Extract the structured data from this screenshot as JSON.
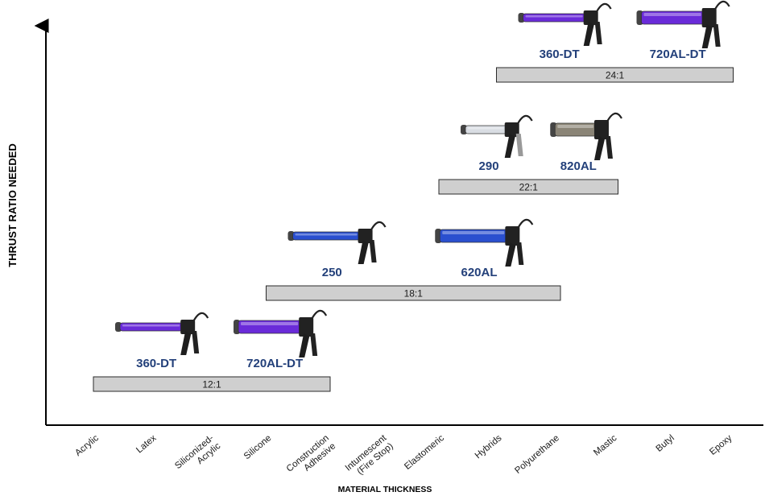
{
  "chart_data": {
    "type": "bar",
    "xlabel": "MATERIAL THICKNESS",
    "ylabel": "THRUST RATIO NEEDED",
    "categories": [
      "Acrylic",
      "Latex",
      "Siliconized-\nAcrylic",
      "Silicone",
      "Construction\nAdhesive",
      "Intumescent\n(Fire Stop)",
      "Elastomeric",
      "Hybrids",
      "Polyurethane",
      "Mastic",
      "Butyl",
      "Epoxy"
    ],
    "bars": [
      {
        "label": "12:1",
        "start": "Acrylic",
        "end": "Construction\nAdhesive",
        "models": [
          "360-DT",
          "720AL-DT"
        ]
      },
      {
        "label": "18:1",
        "start": "Silicone",
        "end": "Polyurethane",
        "models": [
          "250",
          "620AL"
        ]
      },
      {
        "label": "22:1",
        "start": "Elastomeric",
        "end": "Mastic",
        "models": [
          "290",
          "820AL"
        ]
      },
      {
        "label": "24:1",
        "start": "Hybrids",
        "end": "Epoxy",
        "models": [
          "360-DT",
          "720AL-DT"
        ]
      }
    ],
    "grid": false
  },
  "colors": {
    "bar_fill": "#cfcfcf",
    "model_label": "#23407a",
    "gun_purple": "#6a2bd9",
    "gun_blue": "#2a4fcf",
    "gun_white": "#d9dde3",
    "gun_gray": "#8a8476"
  }
}
